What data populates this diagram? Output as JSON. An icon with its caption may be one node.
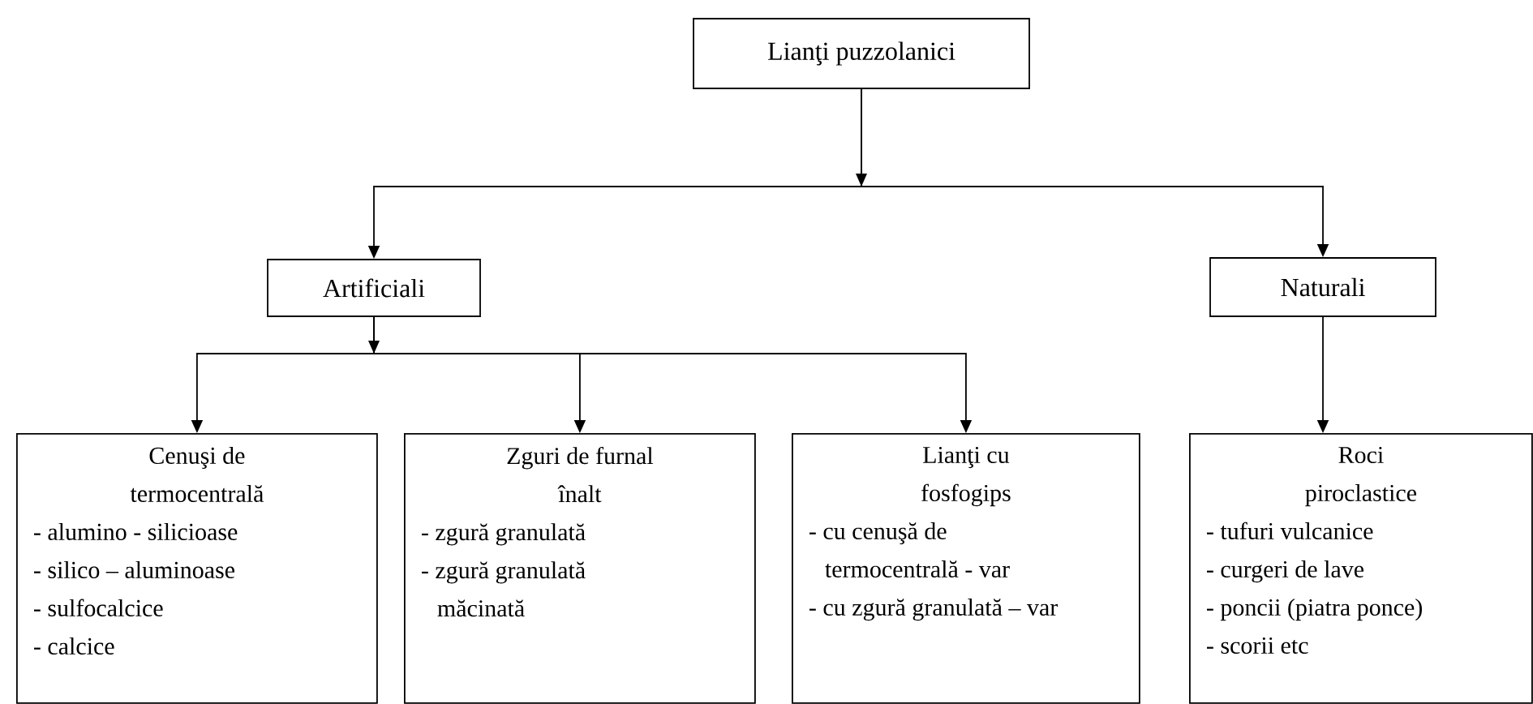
{
  "diagram": {
    "nodes": [
      {
        "text": [
          "Lianţi puzzolanici"
        ]
      },
      {
        "text": [
          "Artificiali"
        ]
      },
      {
        "text": [
          "Naturali"
        ]
      },
      {
        "text": [
          "Cenuşi de termocentrală",
          "- alumino - silicioase",
          "- silico – aluminoase",
          "- sulfocalcice",
          "- calcice"
        ]
      },
      {
        "text": [
          "Zguri de furnal înalt",
          "- zgură granulată",
          "- zgură granulată măcinată"
        ]
      },
      {
        "text": [
          "Lianţi cu fosfogips",
          "- cu cenuşă de termocentrală - var",
          "- cu zgură granulată – var"
        ]
      },
      {
        "text": [
          "Roci piroclastice",
          "- tufuri vulcanice",
          "- curgeri de lave",
          "- poncii (piatra ponce)",
          "- scorii etc"
        ]
      }
    ],
    "edges": [
      {
        "from": 0,
        "to": 1,
        "arrow": "to"
      },
      {
        "from": 0,
        "to": 2,
        "arrow": "to"
      },
      {
        "from": 1,
        "to": 3,
        "arrow": "to"
      },
      {
        "from": 1,
        "to": 4,
        "arrow": "to"
      },
      {
        "from": 1,
        "to": 5,
        "arrow": "to"
      },
      {
        "from": 2,
        "to": 6,
        "arrow": "to"
      }
    ]
  }
}
